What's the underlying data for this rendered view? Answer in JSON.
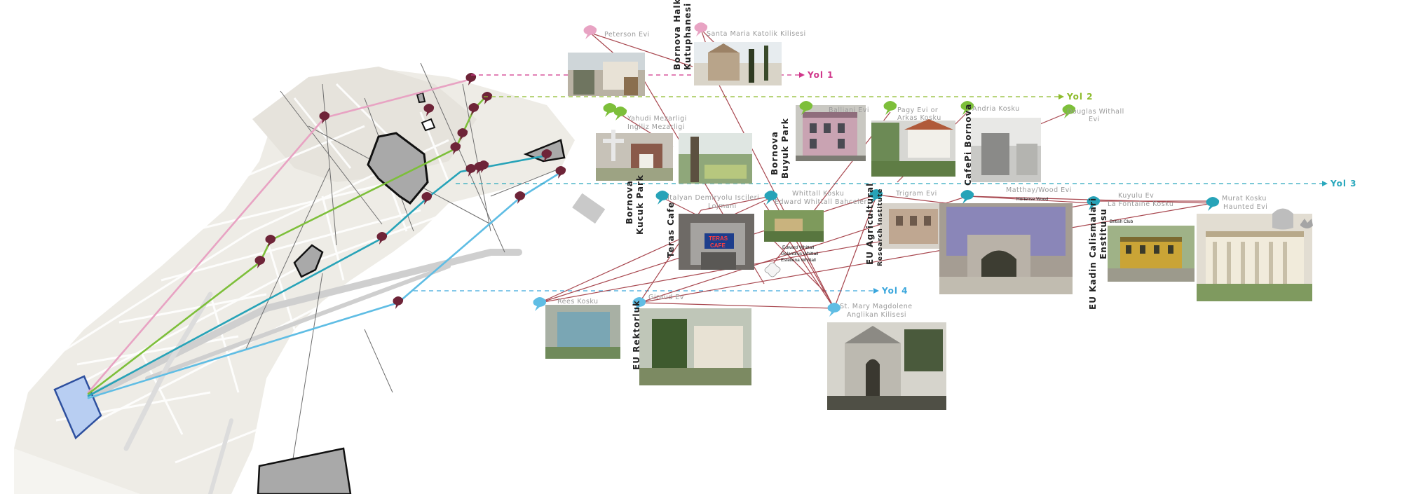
{
  "colors": {
    "pink": "#e8a3c3",
    "green": "#7dbf3a",
    "teal": "#27a3b8",
    "blue": "#5fbde4",
    "node": "#6e2438",
    "connector": "#a8474f",
    "yol1": "#d0368a",
    "yol2": "#8dbb2c",
    "yol3": "#2aa8bd",
    "yol4": "#3aa6dc"
  },
  "routes": [
    {
      "label": "Yol 1",
      "color": "#d0368a"
    },
    {
      "label": "Yol 2",
      "color": "#8dbb2c"
    },
    {
      "label": "Yol 3",
      "color": "#2aa8bd"
    },
    {
      "label": "Yol 4",
      "color": "#3aa6dc"
    }
  ],
  "places_grey": [
    "Peterson Evi",
    "Santa Maria Katolik Kilisesi",
    "Yahudi Mezarligi",
    "Ingiliz Mezarligi",
    "Balliani Evi",
    "Pagy Evi or",
    "Arkas Kosku",
    "Andria Kosku",
    "Douglas Withall",
    "Evi",
    "Italyan Demiryolu Iscileri",
    "Lojmani",
    "Whittall Kosku",
    "Edward Whittall Bahceleri",
    "Trigram Evi",
    "Matthay/Wood Evi",
    "Kuyulu Ev",
    "La Fontaine Kosku",
    "Murat Kosku",
    "Haunted Evi",
    "St. Mary Magdolene",
    "Anglikan Kilisesi",
    "Rees Kosku",
    "Giraud Ev"
  ],
  "places_dark": [
    "Bornova Halk",
    "Kutuphanesi",
    "Bornova",
    "Buyuk Park",
    "CafePi Bornova",
    "Kucuk Park",
    "Teras Cafe",
    "EU Agricultural",
    "Research Institute",
    "EU Kadin Calismalari",
    "Enstitusu",
    "EU Rektorluk"
  ],
  "places_tiny": [
    "Hortense Wood",
    "British Club",
    "Edward Whittall",
    "Gelandrus Whittall",
    "Estellena Whittall"
  ],
  "signs": [
    "TERAS",
    "CAFE"
  ]
}
